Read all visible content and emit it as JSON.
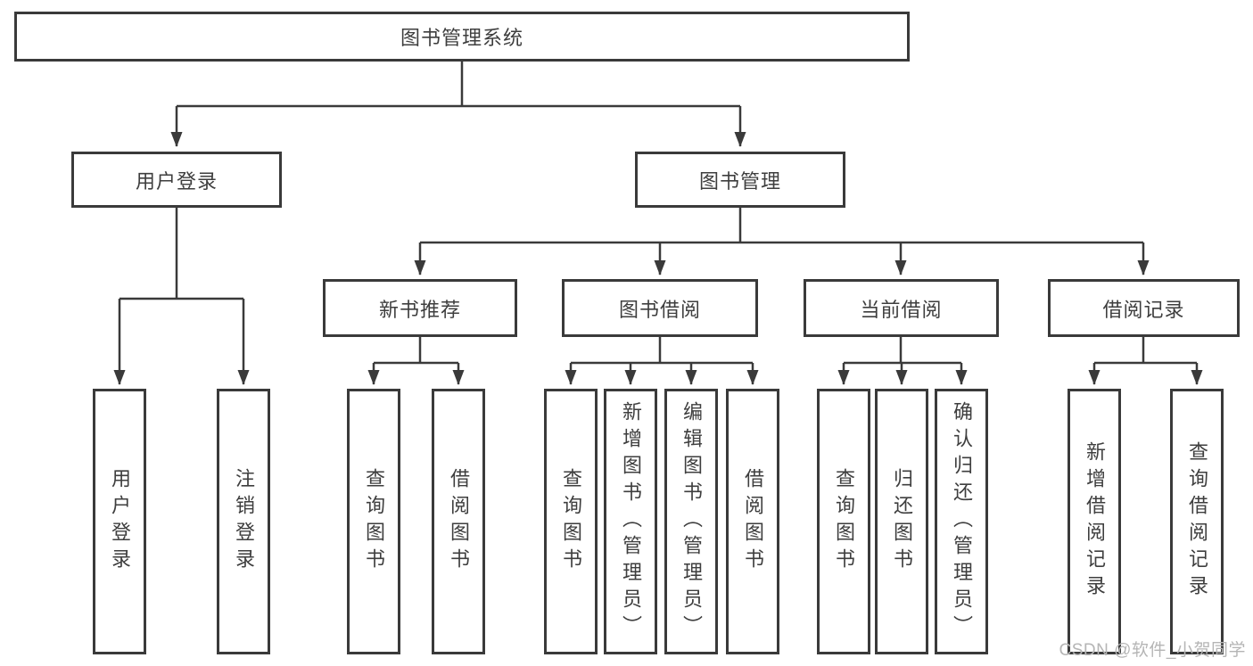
{
  "diagram": {
    "root": {
      "label": "图书管理系统"
    },
    "branches": [
      {
        "label": "用户登录",
        "children": [
          {
            "label": "用户登录"
          },
          {
            "label": "注销登录"
          }
        ]
      },
      {
        "label": "图书管理",
        "groups": [
          {
            "label": "新书推荐",
            "children": [
              {
                "label": "查询图书"
              },
              {
                "label": "借阅图书"
              }
            ]
          },
          {
            "label": "图书借阅",
            "children": [
              {
                "label": "查询图书"
              },
              {
                "label": "新增图书（管理员）"
              },
              {
                "label": "编辑图书（管理员）"
              },
              {
                "label": "借阅图书"
              }
            ]
          },
          {
            "label": "当前借阅",
            "children": [
              {
                "label": "查询图书"
              },
              {
                "label": "归还图书"
              },
              {
                "label": "确认归还（管理员）"
              }
            ]
          },
          {
            "label": "借阅记录",
            "children": [
              {
                "label": "新增借阅记录"
              },
              {
                "label": "查询借阅记录"
              }
            ]
          }
        ]
      }
    ]
  },
  "watermark": {
    "text": "CSDN @软件_小贺同学"
  },
  "colors": {
    "line": "#3a3a3a",
    "text": "#3e3e3e",
    "background": "#ffffff",
    "watermark": "#b5b5b5"
  }
}
